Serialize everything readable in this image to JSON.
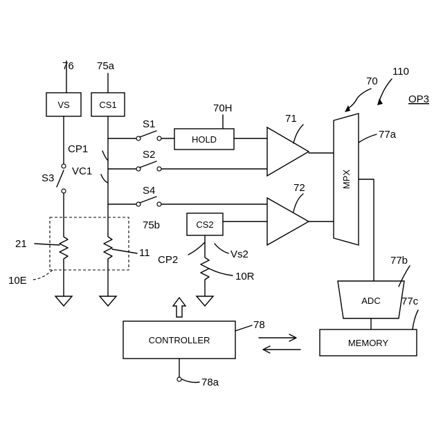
{
  "figure": {
    "label": "OP3",
    "ref_110": "110",
    "ref_70": "70"
  },
  "blocks": {
    "vs": {
      "label": "VS",
      "ref": "76"
    },
    "cs1": {
      "label": "CS1",
      "ref": "75a"
    },
    "hold": {
      "label": "HOLD",
      "ref": "70H"
    },
    "cs2": {
      "label": "CS2",
      "ref": "75b"
    },
    "mpx": {
      "label": "MPX",
      "ref": "77a"
    },
    "adc": {
      "label": "ADC",
      "ref": "77b"
    },
    "memory": {
      "label": "MEMORY",
      "ref": "77c"
    },
    "controller": {
      "label": "CONTROLLER",
      "ref": "78"
    }
  },
  "amplifiers": {
    "amp1_ref": "71",
    "amp2_ref": "72"
  },
  "switches": {
    "s1": "S1",
    "s2": "S2",
    "s3": "S3",
    "s4": "S4"
  },
  "nodes": {
    "cp1": "CP1",
    "vc1": "VC1",
    "cp2": "CP2",
    "vs2": "Vs2",
    "terminal_78a": "78a"
  },
  "resistors": {
    "r21": "21",
    "r11": "11",
    "r10r": "10R",
    "group_10e": "10E"
  }
}
